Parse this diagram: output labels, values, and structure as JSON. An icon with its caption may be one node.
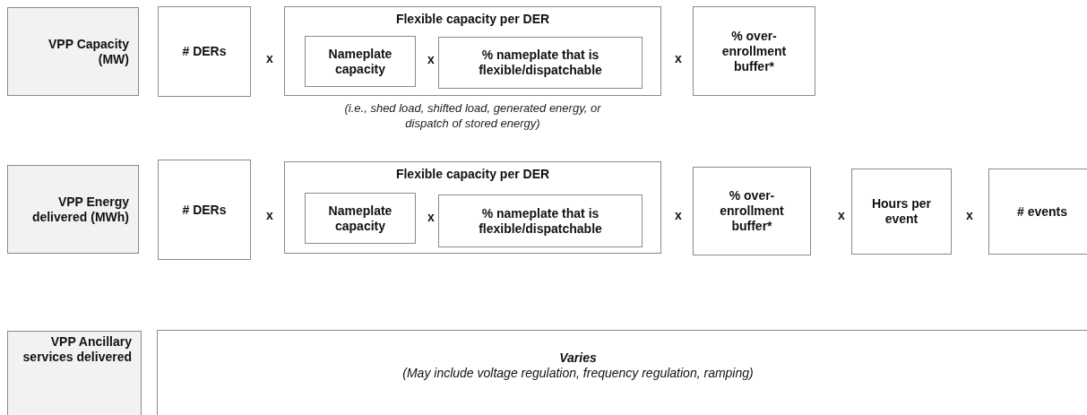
{
  "diagram": {
    "nodes": [
      {
        "text": [
          "VPP Capacity (MW)"
        ]
      },
      {
        "text": [
          "# DERs"
        ]
      },
      {
        "text": [
          "Flexible capacity per DER"
        ],
        "beside": [
          "(i.e., shed load, shifted load, generated energy, or dispatch of stored energy)"
        ]
      },
      {
        "text": [
          "Nameplate capacity"
        ],
        "in": 2
      },
      {
        "text": [
          "% nameplate that is flexible/dispatchable"
        ],
        "in": 2
      },
      {
        "text": [
          "% over-enrollment buffer*"
        ]
      },
      {
        "text": [
          "VPP Energy delivered (MWh)"
        ]
      },
      {
        "text": [
          "# DERs"
        ]
      },
      {
        "text": [
          "Flexible capacity per DER"
        ]
      },
      {
        "text": [
          "Nameplate capacity"
        ],
        "in": 8
      },
      {
        "text": [
          "% nameplate that is flexible/dispatchable"
        ],
        "in": 8
      },
      {
        "text": [
          "% over-enrollment buffer*"
        ]
      },
      {
        "text": [
          "Hours per event"
        ]
      },
      {
        "text": [
          "# events"
        ]
      },
      {
        "text": [
          "VPP Ancillary services delivered"
        ]
      },
      {
        "text": [
          "Varies",
          "(May include voltage regulation, frequency regulation, ramping)"
        ]
      }
    ],
    "labels": [
      "x",
      "x",
      "x",
      "x",
      "x",
      "x",
      "x",
      "x"
    ]
  }
}
